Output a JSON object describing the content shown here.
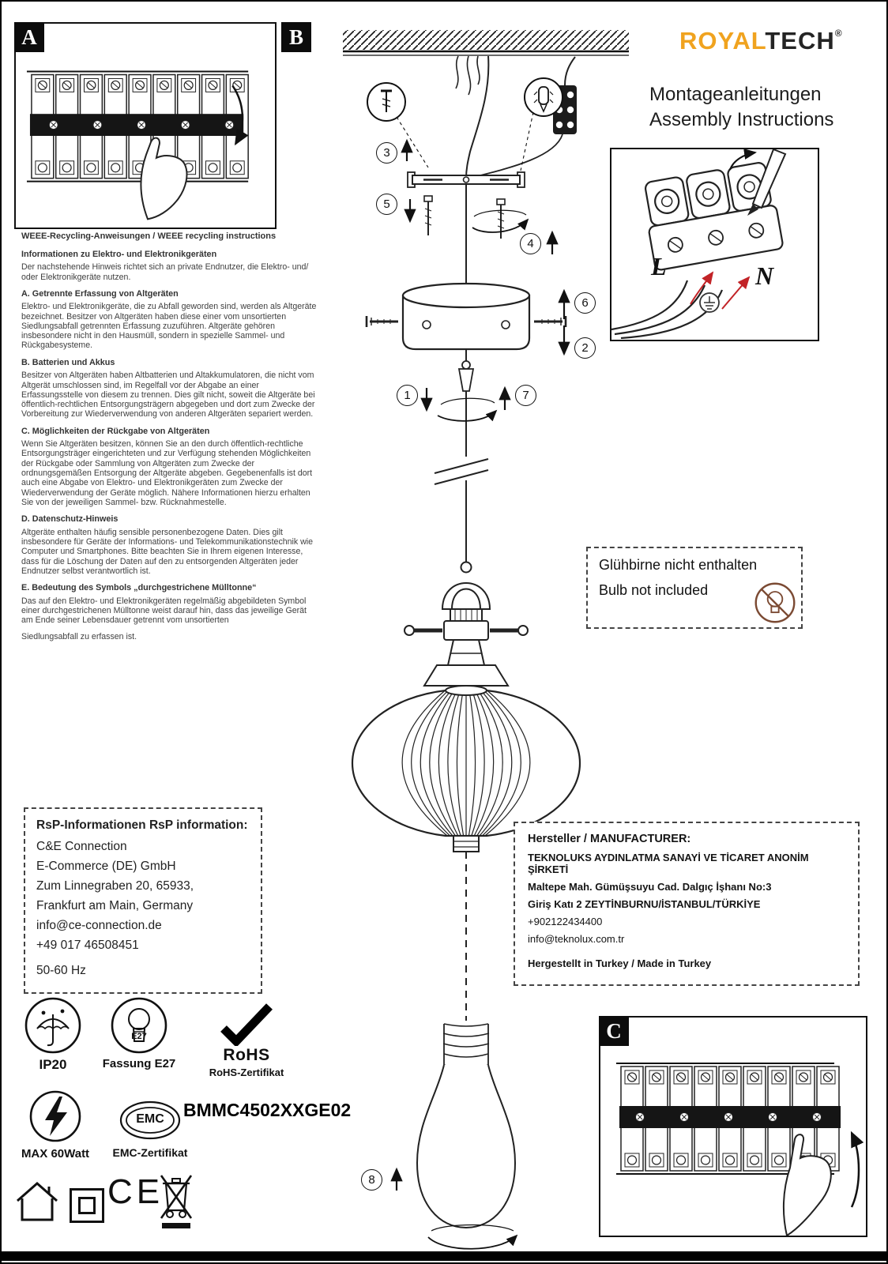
{
  "page": {
    "panel_a": "A",
    "panel_b": "B",
    "panel_c": "C"
  },
  "brand": {
    "royal": "ROYAL",
    "tech": "TECH",
    "registered": "®"
  },
  "title": {
    "de": "Montageanleitungen",
    "en": "Assembly Instructions"
  },
  "steps": {
    "s1": "1",
    "s2": "2",
    "s3": "3",
    "s4": "4",
    "s5": "5",
    "s6": "6",
    "s7": "7",
    "s8": "8"
  },
  "wiring": {
    "live": "L",
    "neutral": "N"
  },
  "bulb_note": {
    "de": "Glühbirne nicht enthalten",
    "en": "Bulb not included"
  },
  "weee": {
    "heading": "WEEE-Recycling-Anweisungen / WEEE recycling instructions",
    "info_title": "Informationen zu Elektro- und Elektronikgeräten",
    "info_body": "Der nachstehende Hinweis richtet sich an private Endnutzer, die Elektro- und/ oder Elektronikgeräte nutzen.",
    "a_title": "A. Getrennte Erfassung von Altgeräten",
    "a_body": "Elektro- und Elektronikgeräte, die zu Abfall geworden sind, werden als Altgeräte bezeichnet. Besitzer von Altgeräten haben diese einer vom unsortierten Siedlungsabfall getrennten Erfassung zuzuführen. Altgeräte gehören insbesondere nicht in den Hausmüll, sondern in spezielle Sammel- und Rückgabesysteme.",
    "b_title": "B. Batterien und Akkus",
    "b_body": "Besitzer von Altgeräten haben Altbatterien und Altakkumulatoren, die nicht vom Altgerät umschlossen sind, im Regelfall vor der Abgabe an einer Erfassungsstelle von diesem zu trennen. Dies gilt nicht, soweit die Altgeräte bei öffentlich-rechtlichen Entsorgungsträgern abgegeben und dort zum Zwecke der Vorbereitung zur Wiederverwendung von anderen Altgeräten separiert werden.",
    "c_title": "C. Möglichkeiten der Rückgabe von Altgeräten",
    "c_body": "Wenn Sie Altgeräten besitzen, können Sie an den durch öffentlich-rechtliche Entsorgungsträger eingerichteten und zur Verfügung stehenden Möglichkeiten der Rückgabe oder Sammlung von Altgeräten zum Zwecke der ordnungsgemäßen Entsorgung der Altgeräte abgeben. Gegebenenfalls ist dort auch eine Abgabe von Elektro- und Elektronikgeräten zum Zwecke der Wiederverwendung der Geräte möglich. Nähere Informationen hierzu erhalten Sie von der jeweiligen Sammel- bzw. Rücknahmestelle.",
    "d_title": "D. Datenschutz-Hinweis",
    "d_body": "Altgeräte enthalten häufig sensible personenbezogene Daten. Dies gilt insbesondere für Geräte der Informations- und Telekommunikationstechnik wie Computer und Smartphones. Bitte beachten Sie in Ihrem eigenen Interesse, dass für die Löschung der Daten auf den zu entsorgenden Altgeräten jeder Endnutzer selbst verantwortlich ist.",
    "e_title": "E. Bedeutung des Symbols „durchgestrichene Mülltonne“",
    "e_body": "Das auf den Elektro- und Elektronikgeräten regelmäßig abgebildeten Symbol einer durchgestrichenen Mülltonne weist darauf hin, dass das jeweilige Gerät am Ende seiner Lebensdauer getrennt vom unsortierten",
    "footer": "Siedlungsabfall zu erfassen ist."
  },
  "rsp": {
    "title": "RsP-Informationen RsP information:",
    "lines": [
      "C&E Connection",
      "E-Commerce (DE) GmbH",
      "Zum Linnegraben 20, 65933,",
      "Frankfurt am Main, Germany",
      "info@ce-connection.de",
      "+49 017 46508451",
      "50-60 Hz"
    ]
  },
  "manufacturer": {
    "title": "Hersteller / MANUFACTURER:",
    "company": "TEKNOLUKS AYDINLATMA SANAYİ VE TİCARET ANONİM ŞİRKETİ",
    "address1": "Maltepe Mah. Gümüşsuyu Cad. Dalgıç İşhanı No:3",
    "address2": "Giriş Katı 2 ZEYTİNBURNU/İSTANBUL/TÜRKİYE",
    "phone": "+902122434400",
    "email": "info@teknolux.com.tr",
    "made": "Hergestellt in Turkey / Made in Turkey"
  },
  "certs": {
    "ip": "IP20",
    "socket_mark": "E27",
    "socket_label": "Fassung E27",
    "rohs": "RoHS",
    "rohs_sub": "RoHS-Zertifikat",
    "max_watt": "MAX 60Watt",
    "emc": "EMC",
    "emc_sub": "EMC-Zertifikat",
    "code": "BMMC4502XXGE02",
    "ce": "CE"
  }
}
